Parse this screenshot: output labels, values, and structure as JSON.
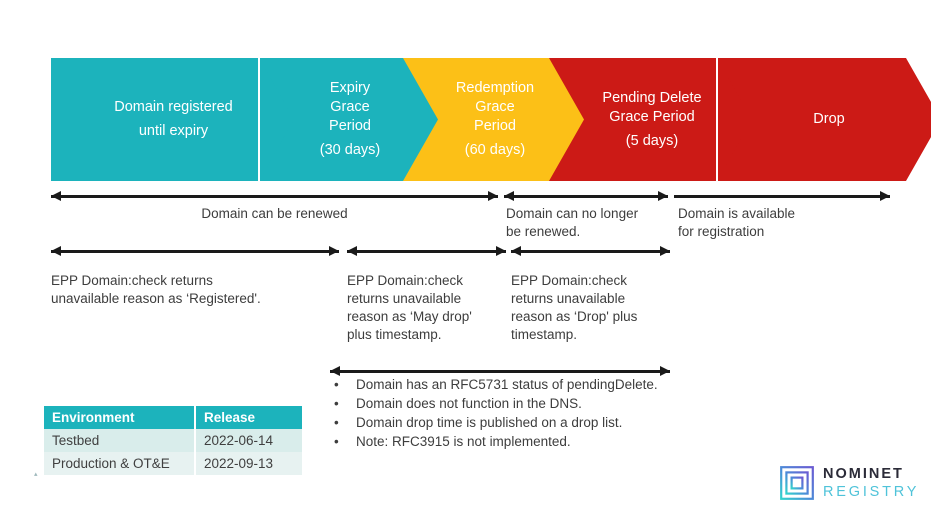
{
  "banner": {
    "segments": [
      {
        "id": "domain-registered",
        "lines": [
          "Domain registered",
          "until expiry"
        ],
        "color": "#1CB3BC"
      },
      {
        "id": "expiry-grace-period",
        "lines": [
          "Expiry",
          "Grace",
          "Period",
          "(30 days)"
        ],
        "color": "#1CB3BC"
      },
      {
        "id": "redemption-grace-period",
        "lines": [
          "Redemption",
          "Grace",
          "Period",
          "(60 days)"
        ],
        "color": "#FCC017"
      },
      {
        "id": "pending-delete-grace-period",
        "lines": [
          "Pending Delete",
          "Grace Period",
          "(5 days)"
        ],
        "color": "#CC1A16"
      },
      {
        "id": "drop",
        "lines": [
          "Drop"
        ],
        "color": "#CC1A16"
      }
    ]
  },
  "renewal_row": {
    "items": [
      {
        "id": "domain-can-be-renewed",
        "lines": [
          "Domain can be renewed"
        ]
      },
      {
        "id": "domain-can-no-longer-be-renewed",
        "lines": [
          "Domain can no longer",
          "be renewed."
        ]
      },
      {
        "id": "domain-is-available-for-registration",
        "lines": [
          "Domain is available",
          "for registration"
        ]
      }
    ]
  },
  "epp_row": {
    "items": [
      {
        "id": "epp-registered",
        "lines": [
          "EPP Domain:check returns",
          "unavailable reason as ‘Registered'."
        ]
      },
      {
        "id": "epp-may-drop",
        "lines": [
          "EPP Domain:check",
          "returns unavailable",
          "reason as ‘May drop'",
          "plus timestamp."
        ]
      },
      {
        "id": "epp-drop",
        "lines": [
          "EPP Domain:check",
          "returns unavailable",
          "reason as ‘Drop' plus",
          "timestamp."
        ]
      }
    ]
  },
  "bullets": {
    "marker": "•",
    "items": [
      "Domain has an RFC5731 status of pendingDelete.",
      "Domain does not function in the DNS.",
      "Domain drop time is published on a drop list.",
      "Note: RFC3915 is not implemented."
    ]
  },
  "table": {
    "columns": [
      "Environment",
      "Release"
    ],
    "rows": [
      [
        "Testbed",
        "2022-06-14"
      ],
      [
        "Production & OT&E",
        "2022-09-13"
      ]
    ],
    "header_color": "#1CB3BC"
  },
  "logo": {
    "name_top": "NOMINET",
    "name_bottom": "REGISTRY",
    "mark_icon": "concentric-squares-icon",
    "top_color": "#2b2b38",
    "bottom_color": "#4fc3d9"
  },
  "stray_mark": "▴"
}
